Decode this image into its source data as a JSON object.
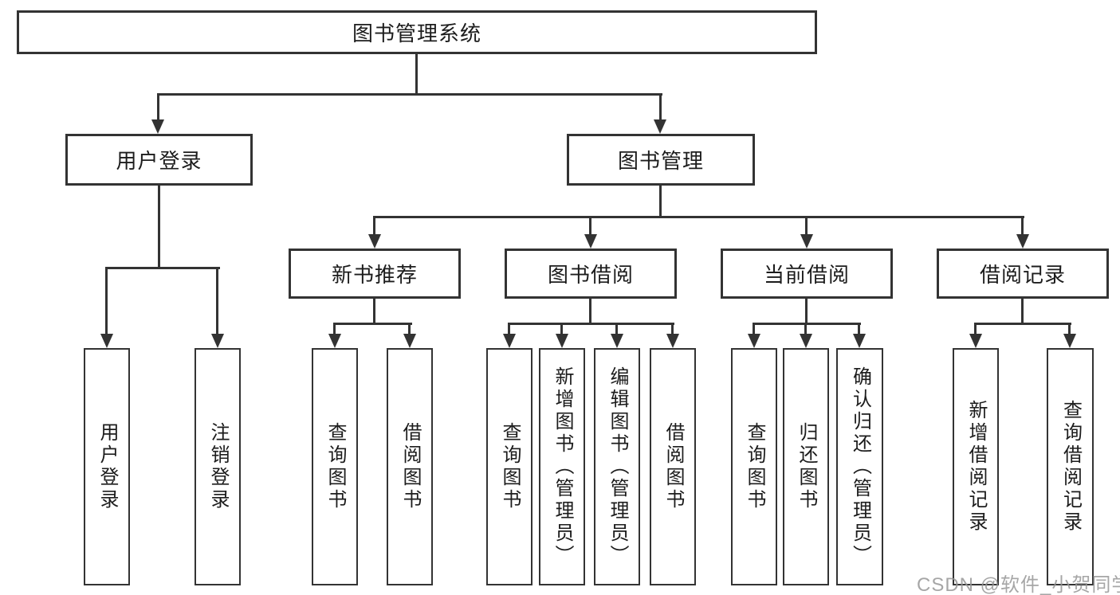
{
  "diagram": {
    "title_node": "图书管理系统",
    "tree": {
      "root": {
        "label": "图书管理系统",
        "children": [
          {
            "label": "用户登录",
            "children": [
              {
                "label": "用户登录"
              },
              {
                "label": "注销登录"
              }
            ]
          },
          {
            "label": "图书管理",
            "children": [
              {
                "label": "新书推荐",
                "children": [
                  {
                    "label": "查询图书"
                  },
                  {
                    "label": "借阅图书"
                  }
                ]
              },
              {
                "label": "图书借阅",
                "children": [
                  {
                    "label": "查询图书"
                  },
                  {
                    "label": "新增图书（管理员）"
                  },
                  {
                    "label": "编辑图书（管理员）"
                  },
                  {
                    "label": "借阅图书"
                  }
                ]
              },
              {
                "label": "当前借阅",
                "children": [
                  {
                    "label": "查询图书"
                  },
                  {
                    "label": "归还图书"
                  },
                  {
                    "label": "确认归还（管理员）"
                  }
                ]
              },
              {
                "label": "借阅记录",
                "children": [
                  {
                    "label": "新增借阅记录"
                  },
                  {
                    "label": "查询借阅记录"
                  }
                ]
              }
            ]
          }
        ]
      }
    },
    "colors": {
      "line": "#333333",
      "text": "#1c1c1c",
      "background": "#ffffff",
      "watermark": "#969696"
    }
  },
  "watermark": {
    "text": "CSDN @软件_小贺同学"
  }
}
